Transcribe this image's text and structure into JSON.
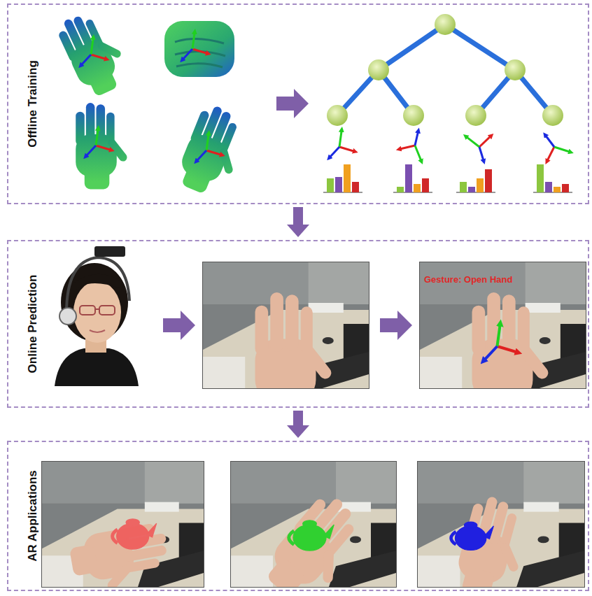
{
  "diagram": {
    "nodes": [
      {
        "text": [
          "Offline Training"
        ]
      },
      {
        "text": [
          "Online Prediction"
        ]
      },
      {
        "text": [
          "AR Applications"
        ]
      }
    ],
    "edges": [
      {
        "from": 0,
        "to": 1,
        "arrow": "to"
      },
      {
        "from": 1,
        "to": 2,
        "arrow": "to"
      }
    ],
    "labels": [
      "Gesture: Open Hand"
    ]
  }
}
